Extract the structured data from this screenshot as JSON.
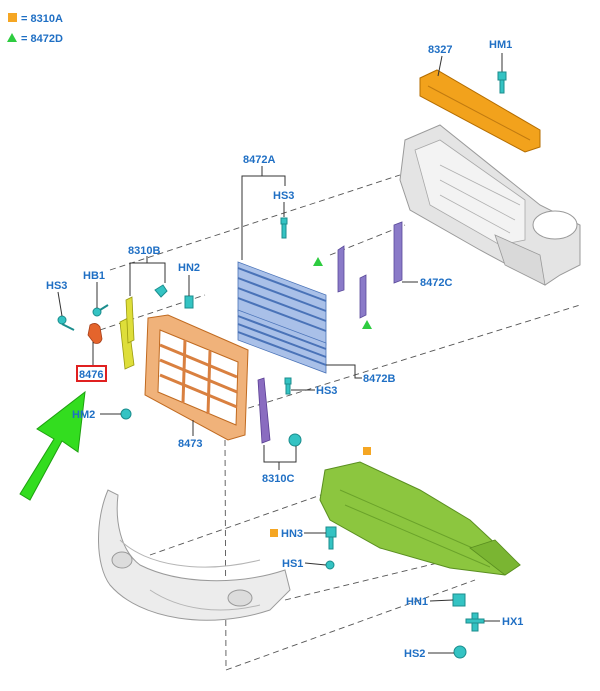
{
  "legend": [
    {
      "symbol": "square",
      "color": "#f5a623",
      "text": "= 8310A"
    },
    {
      "symbol": "triangle",
      "color": "#2ecc40",
      "text": "= 8472D"
    }
  ],
  "labels": {
    "p8327": "8327",
    "hm1": "HM1",
    "p8472a": "8472A",
    "hs3_top": "HS3",
    "p8310b": "8310B",
    "hn2": "HN2",
    "hb1": "HB1",
    "hs3_left": "HS3",
    "p8476": "8476",
    "hm2": "HM2",
    "p8473": "8473",
    "p8472c": "8472C",
    "p8472b": "8472B",
    "hs3_mid": "HS3",
    "p8310c": "8310C",
    "hn3": "HN3",
    "hs1": "HS1",
    "hn1": "HN1",
    "hx1": "HX1",
    "hs2": "HS2"
  },
  "colors": {
    "label_blue": "#1f6fc4",
    "highlight_red": "#e02020",
    "arrow_green": "#33dd1f",
    "reinforcement_orange": "#f2a21c",
    "shutter_blue": "#6f95d6",
    "frame_orange": "#e08c45",
    "bracket_yellow": "#d7d72a",
    "bracket_purple": "#8a6cc0",
    "shield_green": "#8cc63f",
    "clip_cyan": "#34c3c3",
    "radiator_gray": "#d9d9d9",
    "bumper_gray": "#e6e6e6"
  },
  "icons": [
    "pointer-arrow-icon",
    "legend-square-icon",
    "legend-triangle-icon"
  ]
}
